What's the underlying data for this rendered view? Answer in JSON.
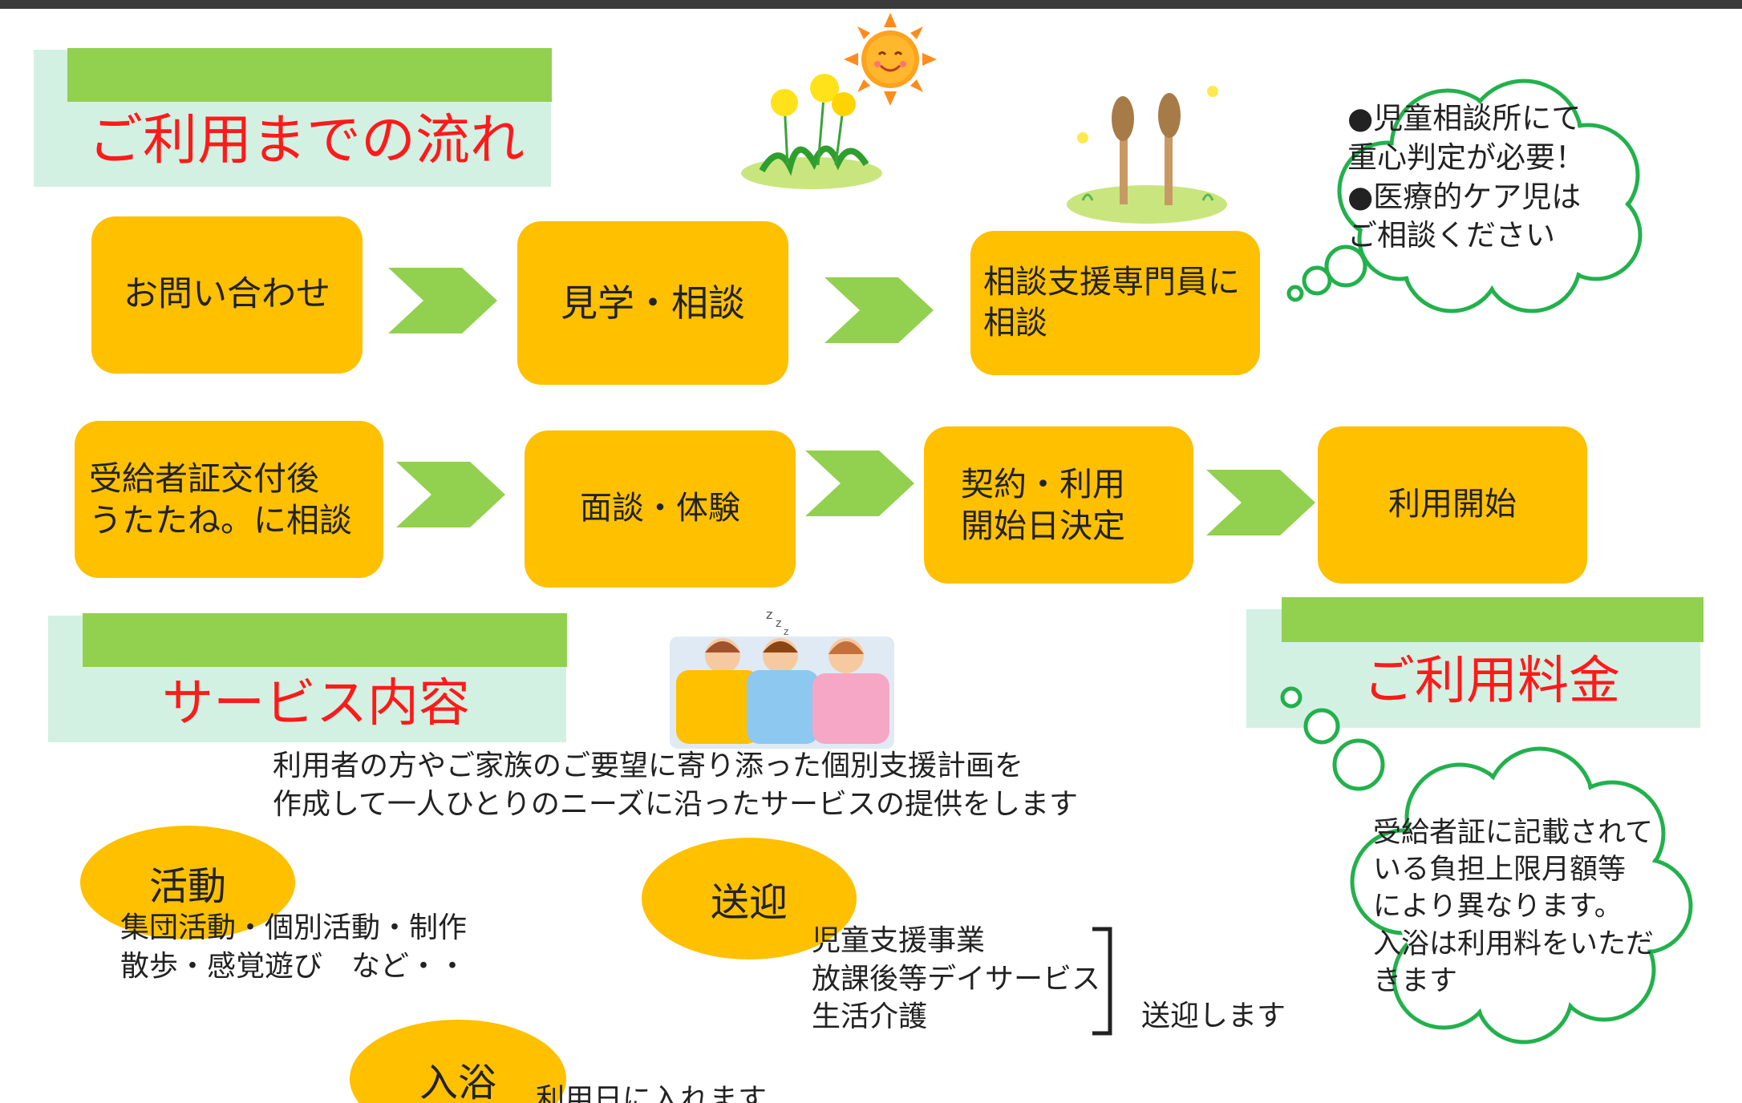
{
  "sections": {
    "flow_title": "ご利用までの流れ",
    "service_title": "サービス内容",
    "fee_title": "ご利用料金"
  },
  "flow": {
    "row1": [
      "お問い合わせ",
      "見学・相談",
      "相談支援専門員に\n相談"
    ],
    "row2": [
      "受給者証交付後\nうたたね。に相談",
      "面談・体験",
      "契約・利用\n開始日決定",
      "利用開始"
    ]
  },
  "note_cloud": "●児童相談所にて\n重心判定が必要！\n●医療的ケア児は\nご相談ください",
  "service": {
    "intro": "利用者の方やご家族のご要望に寄り添った個別支援計画を\n作成して一人ひとりのニーズに沿ったサービスの提供をします",
    "activity_label": "活動",
    "activity_text": "集団活動・個別活動・制作\n散歩・感覚遊び　など・・",
    "transport_label": "送迎",
    "transport_list": "児童支援事業\n放課後等デイサービス\n生活介護",
    "transport_text": "送迎します",
    "bath_label": "入浴",
    "bath_text": "利用日に入れます"
  },
  "fee_cloud": "受給者証に記載されて\nいる負担上限月額等\nにより異なります。\n入浴は利用料をいただ\nきます",
  "colors": {
    "box": "#ffc000",
    "arrow": "#92d050",
    "title_red": "#ff1a1a",
    "section_bg": "#d3f1e3",
    "cloud_outline": "#22b14c"
  }
}
